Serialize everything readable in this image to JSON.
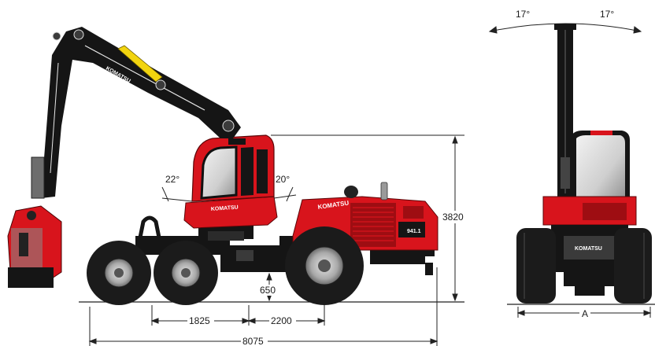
{
  "figure": {
    "brand": "KOMATSU",
    "model": "941.1",
    "side_view": {
      "angle_left": "22°",
      "angle_right": "20°",
      "height": "3820",
      "ground_clearance": "650",
      "axle_spacing_rear": "1825",
      "axle_spacing_front": "2200",
      "length": "8075"
    },
    "rear_view": {
      "tilt_left": "17°",
      "tilt_right": "17°",
      "width_label": "A"
    }
  },
  "colors": {
    "body_red": "#d8141c",
    "dark_red": "#8e0c10",
    "black": "#141414",
    "cylinder_yellow": "#f2d40f",
    "tire": "#1b1b1b",
    "rim": "#bdbdbd",
    "glass": "#d9d9d9"
  }
}
